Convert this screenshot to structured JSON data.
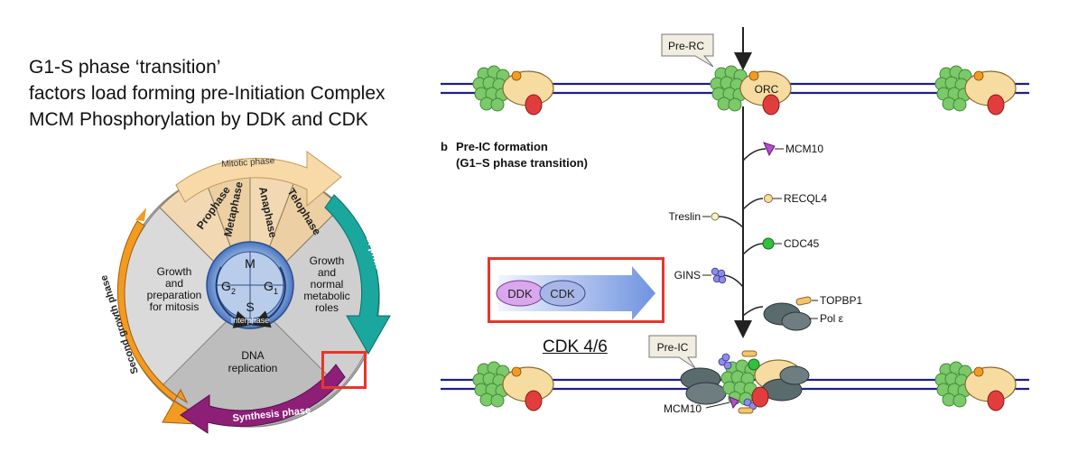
{
  "headline": {
    "line1": "G1-S phase ‘transition’",
    "line2": "factors load forming pre-Initiation Complex",
    "line3": "MCM Phosphorylation by DDK and CDK"
  },
  "cycle": {
    "mitotic_phase": "Mitotic phase",
    "prophase": "Prophase",
    "metaphase": "Metaphase",
    "anaphase": "Anaphase",
    "telophase": "Telophase",
    "first_growth_phase": "First growth phase",
    "second_growth_phase": "Second growth phase",
    "synthesis_phase": "Synthesis phase",
    "g2_sector": [
      "Growth",
      "and",
      "preparation",
      "for mitosis"
    ],
    "g1_sector": [
      "Growth",
      "and",
      "normal",
      "metabolic",
      "roles"
    ],
    "s_sector": [
      "DNA",
      "replication"
    ],
    "center_m": "M",
    "center_g2": "G",
    "center_g2_sub": "2",
    "center_g1": "G",
    "center_g1_sub": "1",
    "center_s": "S",
    "interphase": "Interphase"
  },
  "panel_b": {
    "letter": "b",
    "title_line1": "Pre-IC formation",
    "title_line2": "(G1–S phase transition)"
  },
  "labels": {
    "pre_rc": "Pre-RC",
    "orc": "ORC",
    "mcm10": "MCM10",
    "recql4": "RECQL4",
    "treslin": "Treslin",
    "cdc45": "CDC45",
    "gins": "GINS",
    "topbp1": "TOPBP1",
    "pol_e": "Pol ε",
    "pre_ic": "Pre-IC",
    "mcm10_bottom": "MCM10",
    "ddk": "DDK",
    "cdk": "CDK",
    "cdk46": "CDK 4/6"
  },
  "colors": {
    "highlight_box": "#e8352a",
    "dna_strand": "#1d1f8a",
    "mcm_green": "#7cc96a",
    "orc_tan": "#f6dca0",
    "red_subunit": "#e23d3d",
    "teal_arrow": "#1aa79d",
    "purple_arrow": "#8e1f77",
    "orange_arrow": "#f39b21",
    "cream_arrow": "#f8d9a8"
  }
}
